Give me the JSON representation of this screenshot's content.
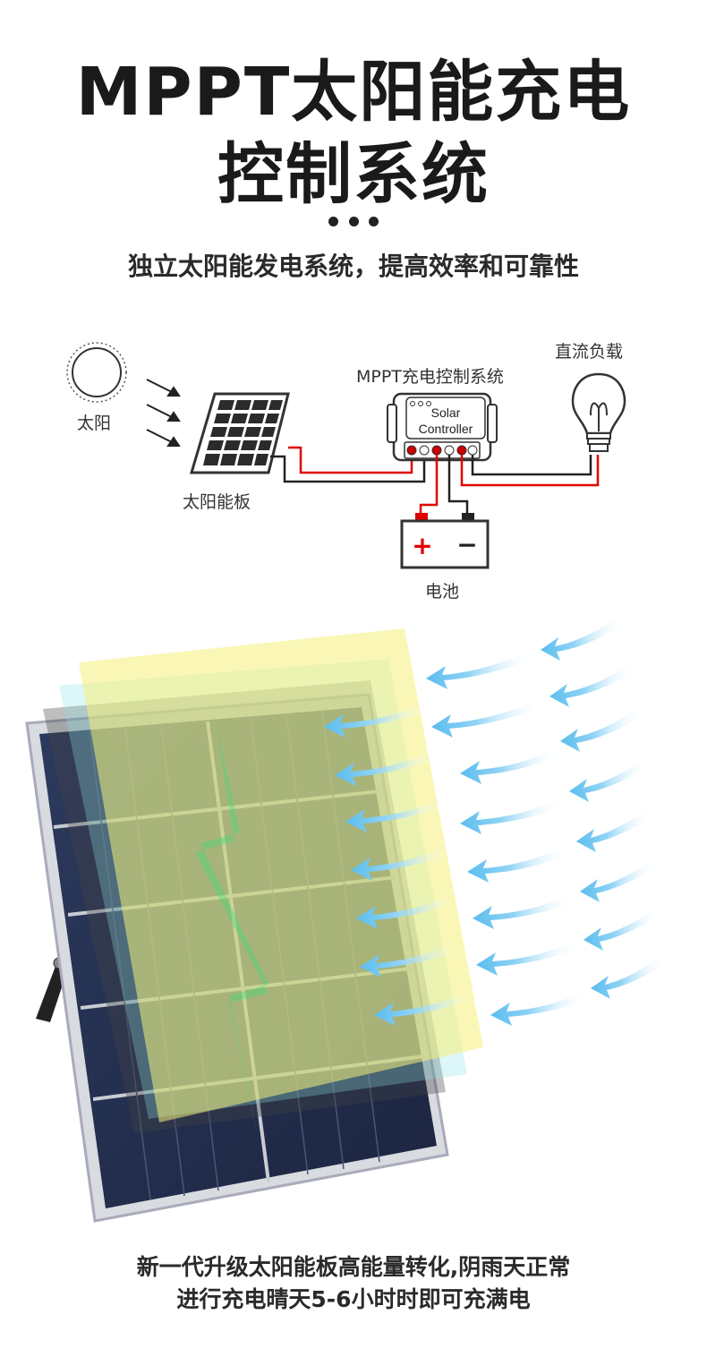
{
  "header": {
    "title_line1": "MPPT太阳能充电",
    "title_line2": "控制系统",
    "subtitle": "独立太阳能发电系统，提高效率和可靠性"
  },
  "diagram": {
    "sun_label": "太阳",
    "panel_label": "太阳能板",
    "controller_title": "MPPT充电控制系统",
    "controller_text_line1": "Solar",
    "controller_text_line2": "Controller",
    "load_label": "直流负载",
    "battery_label": "电池",
    "battery_plus": "+",
    "battery_minus": "−"
  },
  "footer": {
    "caption_line1": "新一代升级太阳能板高能量转化,阴雨天正常",
    "caption_line2": "进行充电晴天5-6小时时即可充满电"
  },
  "colors": {
    "wire_red": "#e00000",
    "wire_dark": "#222222",
    "arrow_blue": "#6ec6f0",
    "glass_yellow": "#f5f07a",
    "panel_blue": "#2a3550"
  }
}
